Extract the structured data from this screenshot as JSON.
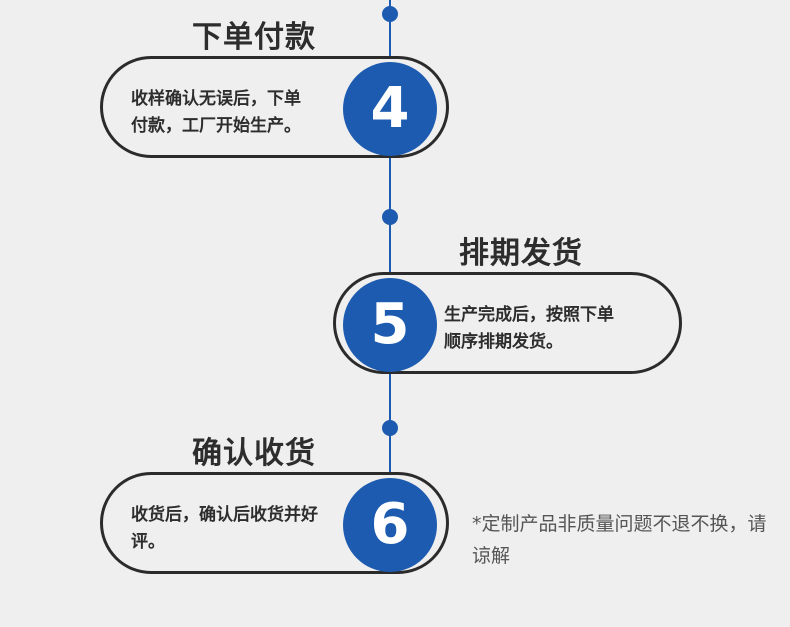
{
  "steps": [
    {
      "title": "下单付款",
      "number": "4",
      "desc_line1": "收样确认无误后，下单",
      "desc_line2": "付款，工厂开始生产。"
    },
    {
      "title": "排期发货",
      "number": "5",
      "desc_line1": "生产完成后，按照下单",
      "desc_line2": "顺序排期发货。"
    },
    {
      "title": "确认收货",
      "number": "6",
      "desc_line1": "收货后，确认后收货并好",
      "desc_line2": "评。"
    }
  ],
  "note": "*定制产品非质量问题不退不换，请谅解",
  "colors": {
    "accent": "#1d5bb0",
    "border": "#2b2b2b",
    "background": "#efefef"
  }
}
